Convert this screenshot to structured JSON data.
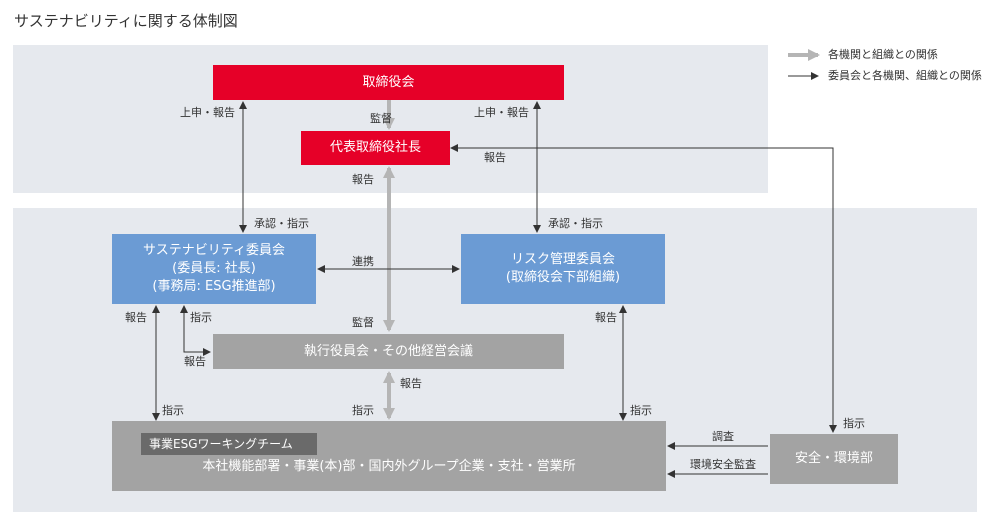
{
  "title": "サステナビリティに関する体制図",
  "legend": {
    "thick": "各機関と組織との関係",
    "thin": "委員会と各機関、組織との関係"
  },
  "nodes": {
    "board": "取締役会",
    "president": "代表取締役社長",
    "sustainability": [
      "サステナビリティ委員会",
      "(委員長: 社長)",
      "(事務局: ESG推進部)"
    ],
    "risk": [
      "リスク管理委員会",
      "(取締役会下部組織)"
    ],
    "exec": "執行役員会・その他経営会議",
    "esg_team": "事業ESGワーキングチーム",
    "business": "本社機能部署・事業(本)部・国内外グループ企業・支社・営業所",
    "safety": "安全・環境部"
  },
  "labels": {
    "report_up_left": "上申・報告",
    "report_up_right": "上申・報告",
    "supervise_top": "監督",
    "report_president_right": "報告",
    "report_president_below": "報告",
    "approve_left": "承認・指示",
    "approve_right": "承認・指示",
    "collab": "連携",
    "supervise_exec": "監督",
    "report_sus_left": "報告",
    "instruct_sus": "指示",
    "report_exec_left": "報告",
    "report_risk": "報告",
    "report_exec_below": "報告",
    "instruct_left": "指示",
    "instruct_center": "指示",
    "instruct_right": "指示",
    "instruct_safety": "指示",
    "survey": "調査",
    "env_audit": "環境安全監査"
  },
  "colors": {
    "red": "#e60028",
    "blue": "#6b9bd4",
    "gray": "#a3a3a3",
    "dark_gray": "#6a6a6a",
    "panel": "#e6e9ee"
  }
}
